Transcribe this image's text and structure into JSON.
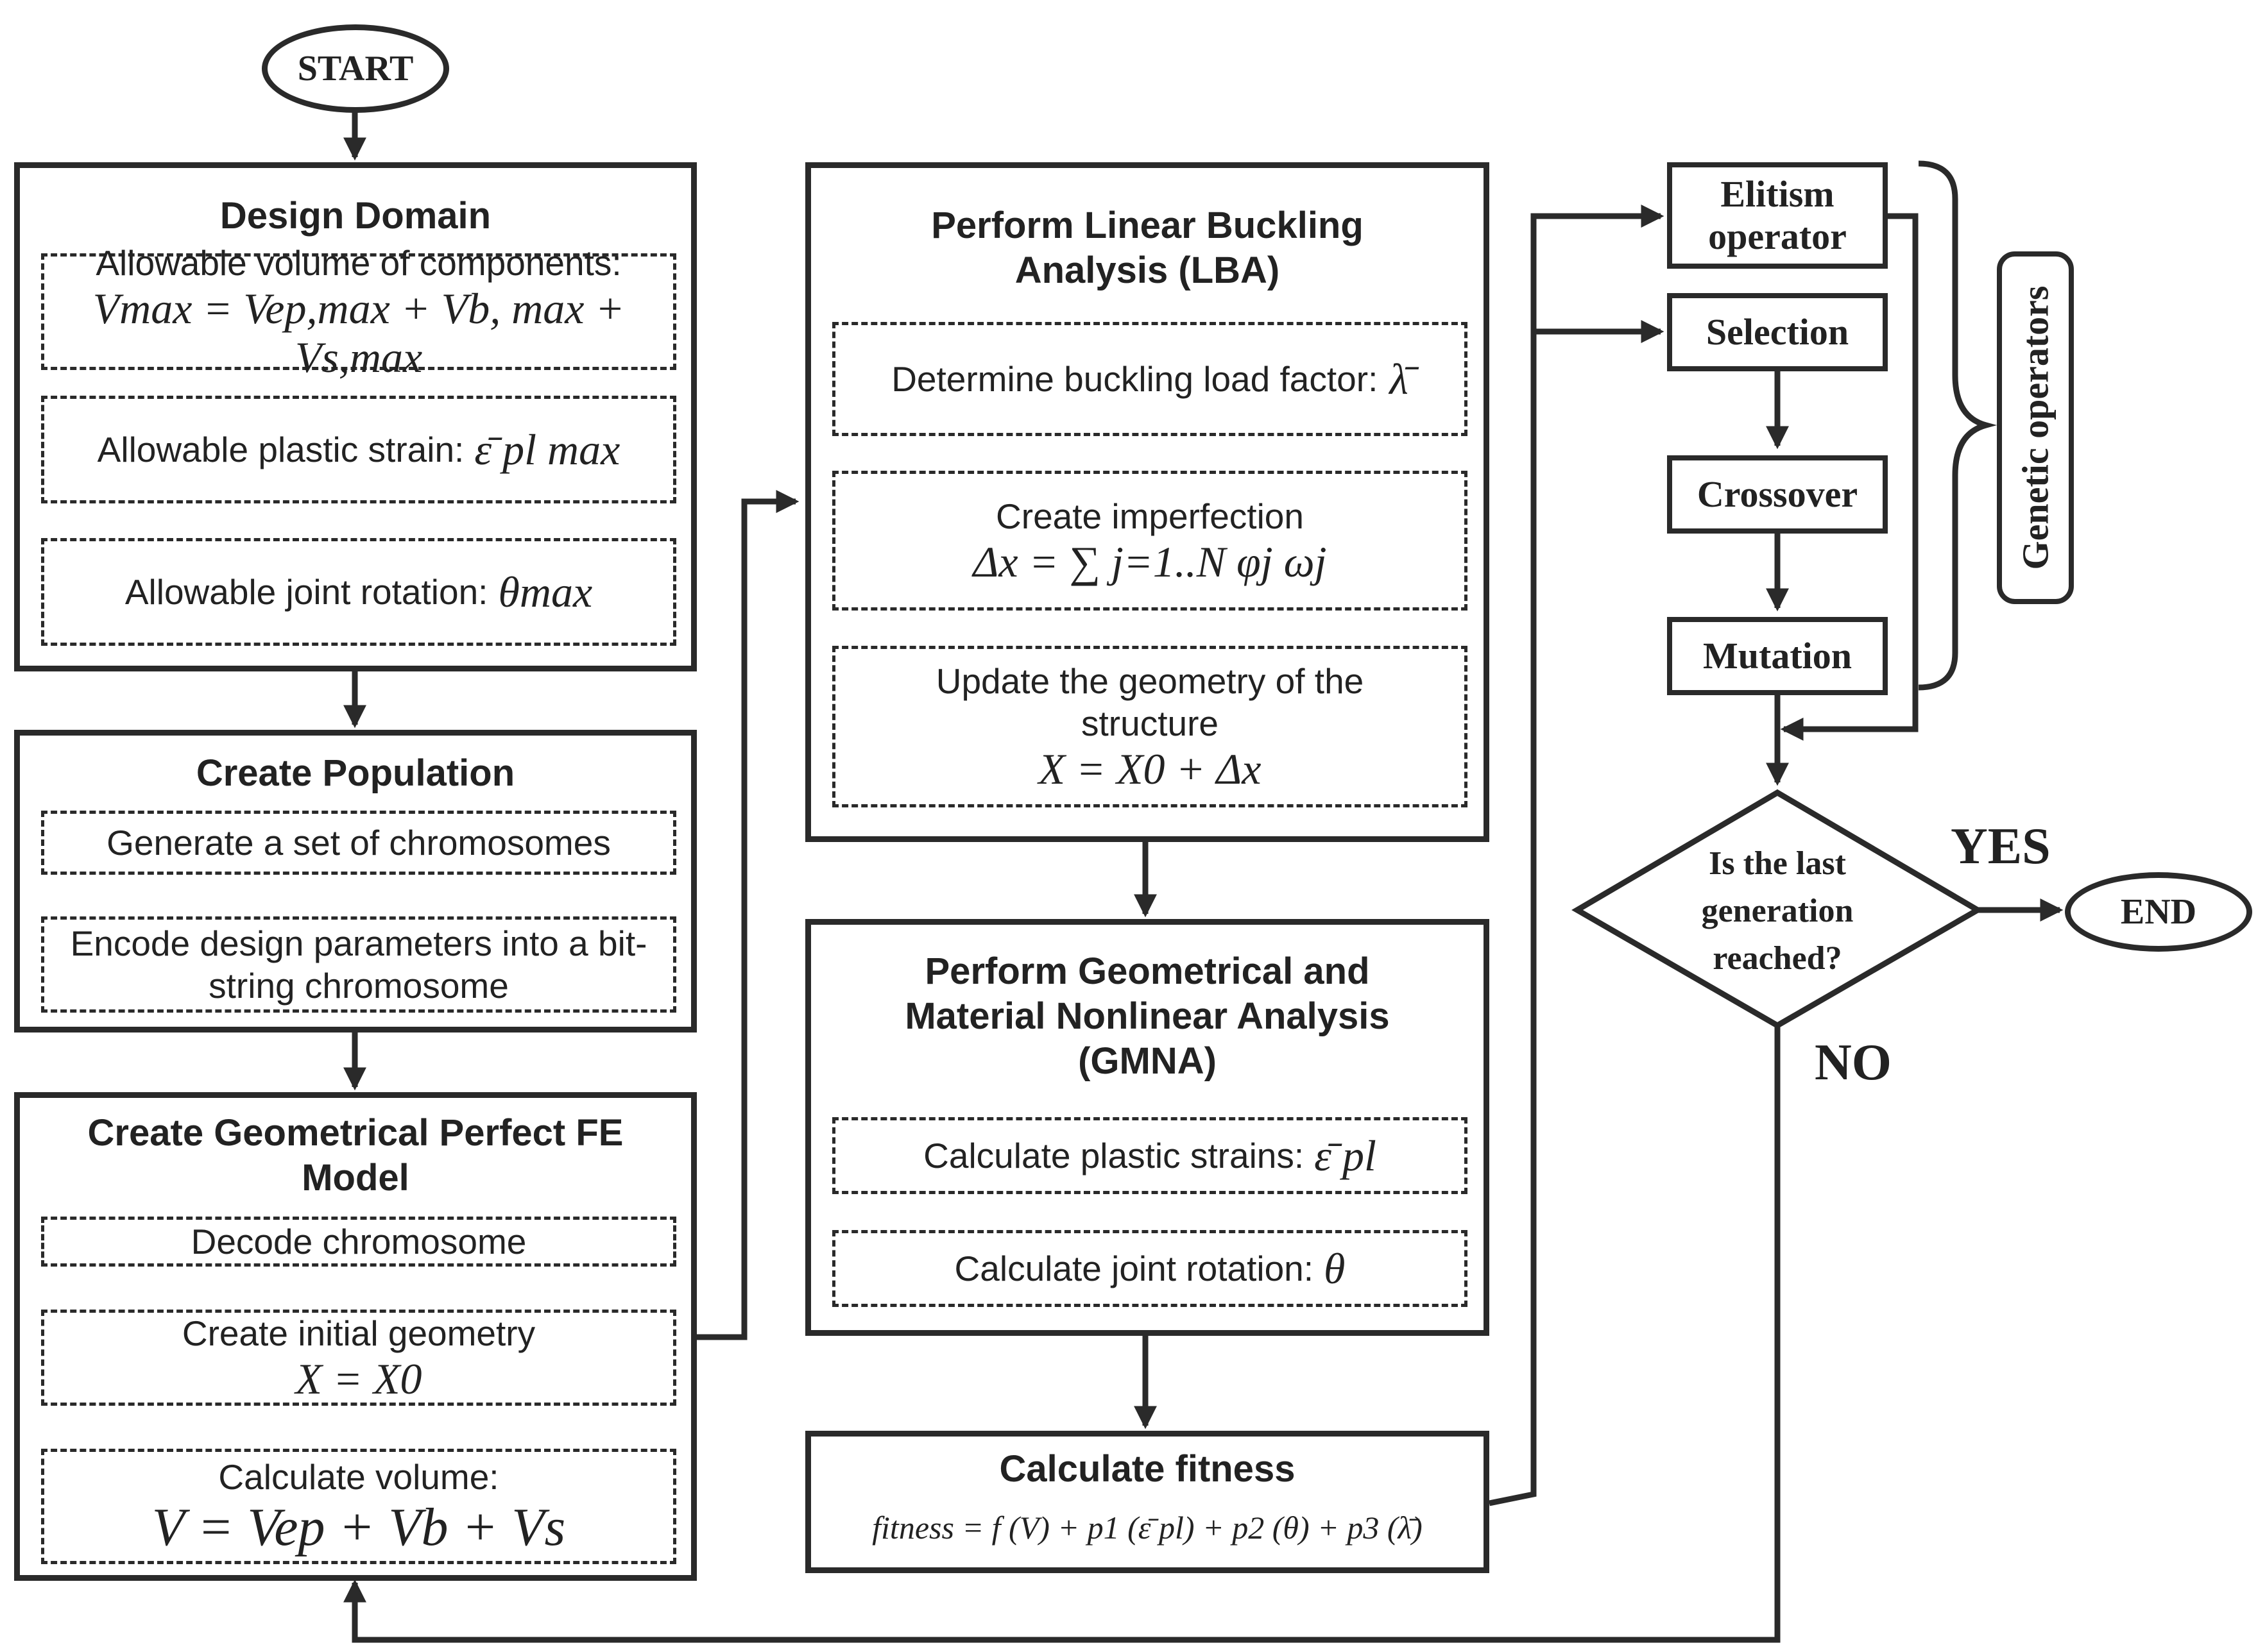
{
  "start": "START",
  "end": "END",
  "design_domain": {
    "title": "Design Domain",
    "volume_label": "Allowable volume of components:",
    "volume_eq": "Vmax = Vep,max + Vb, max + Vs,max",
    "strain_label": "Allowable plastic strain:",
    "strain_sym": "ε̄ pl max",
    "rotation_label": "Allowable joint rotation:",
    "rotation_sym": "θmax"
  },
  "create_population": {
    "title": "Create Population",
    "step1": "Generate a set of chromosomes",
    "step2": "Encode design parameters into a bit-string chromosome"
  },
  "fe_model": {
    "title": "Create Geometrical Perfect FE Model",
    "step1": "Decode chromosome",
    "step2_label": "Create initial geometry",
    "step2_eq": "X = X0",
    "step3_label": "Calculate volume:",
    "step3_eq": "V = Vep + Vb + Vs"
  },
  "lba": {
    "title": "Perform Linear Buckling Analysis (LBA)",
    "step1_label": "Determine buckling load factor:",
    "step1_sym": "λ̄",
    "step2_label": "Create imperfection",
    "step2_eq": "Δx = ∑ j=1..N φj ωj",
    "step3_label": "Update the geometry of the structure",
    "step3_eq": "X = X0 + Δx"
  },
  "gmna": {
    "title": "Perform Geometrical and Material Nonlinear Analysis (GMNA)",
    "step1_label": "Calculate plastic strains:",
    "step1_sym": "ε̄ pl",
    "step2_label": "Calculate joint rotation:",
    "step2_sym": "θ"
  },
  "fitness": {
    "title": "Calculate fitness",
    "eq": "fitness = f (V) + p1 (ε̄ pl) + p2 (θ) + p3 (λ̄)"
  },
  "genetic": {
    "elitism": "Elitism operator",
    "selection": "Selection",
    "crossover": "Crossover",
    "mutation": "Mutation",
    "group_label": "Genetic operators"
  },
  "decision": {
    "question": "Is the last generation reached?",
    "yes": "YES",
    "no": "NO"
  }
}
